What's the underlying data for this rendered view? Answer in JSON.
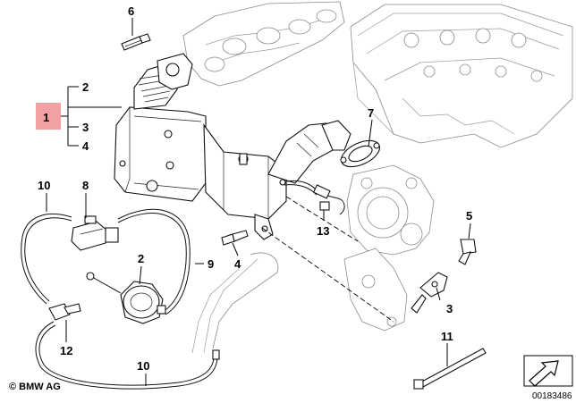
{
  "diagram": {
    "callouts": [
      {
        "id": "c6",
        "text": "6"
      },
      {
        "id": "c2a",
        "text": "2"
      },
      {
        "id": "c1",
        "text": "1"
      },
      {
        "id": "c3a",
        "text": "3"
      },
      {
        "id": "c4a",
        "text": "4"
      },
      {
        "id": "c7",
        "text": "7"
      },
      {
        "id": "c10a",
        "text": "10"
      },
      {
        "id": "c8",
        "text": "8"
      },
      {
        "id": "c5",
        "text": "5"
      },
      {
        "id": "c13",
        "text": "13"
      },
      {
        "id": "c2b",
        "text": "2"
      },
      {
        "id": "c9",
        "text": "9"
      },
      {
        "id": "c4b",
        "text": "4"
      },
      {
        "id": "c3b",
        "text": "3"
      },
      {
        "id": "c12",
        "text": "12"
      },
      {
        "id": "c11",
        "text": "11"
      },
      {
        "id": "c10b",
        "text": "10"
      }
    ],
    "highlight_color": "#f2a0a4",
    "copyright": "© BMW AG",
    "diagram_code": "00183486"
  }
}
